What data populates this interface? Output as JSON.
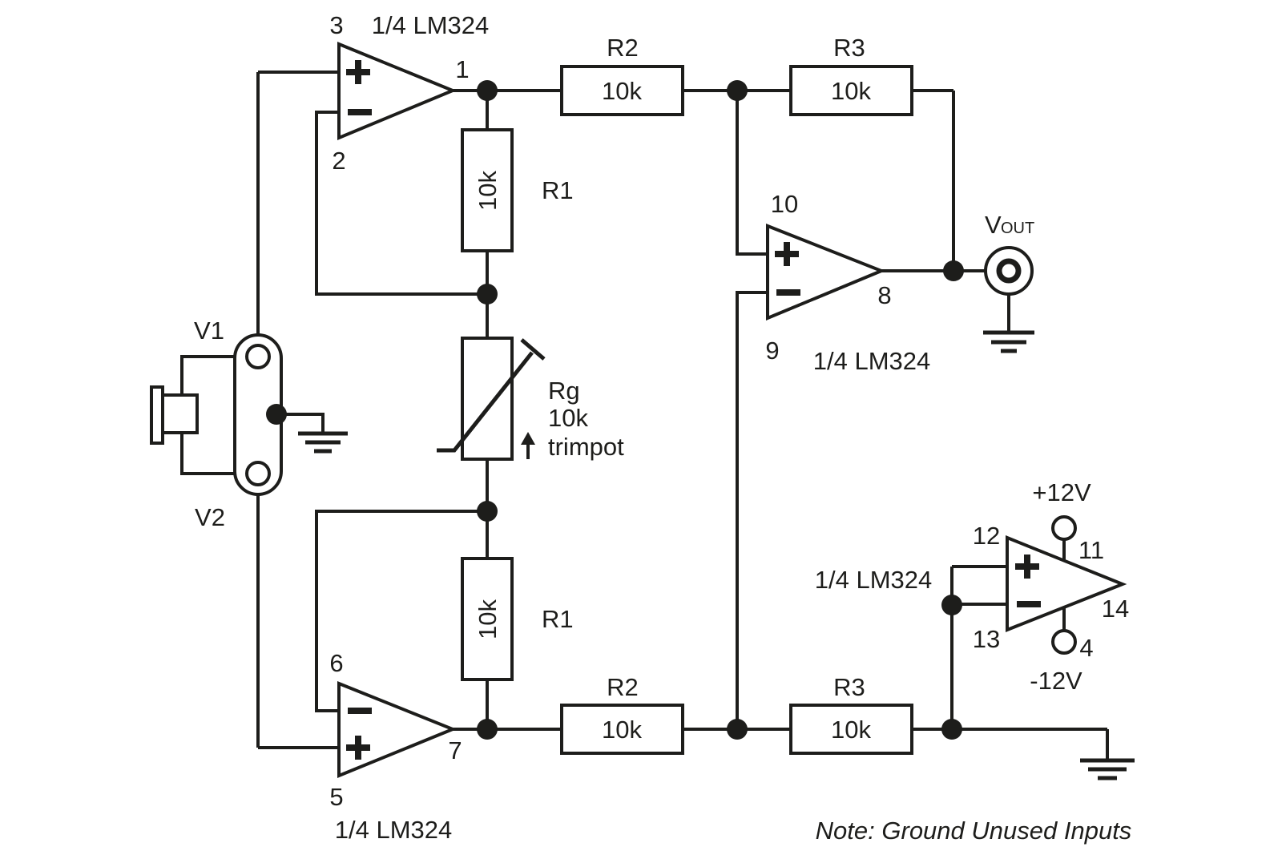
{
  "colors": {
    "ink": "#1d1d1b",
    "background": "#ffffff"
  },
  "circuit": {
    "kind": "three-op-amp instrumentation amplifier schematic",
    "ic": "LM324 (quad op-amp, four quarters shown)",
    "inputs": [
      "V1",
      "V2"
    ],
    "output": "Vout",
    "supplies": [
      "+12V",
      "-12V"
    ],
    "components": [
      {
        "ref": "R1",
        "value": "10k",
        "count": 2,
        "orientation": "vertical"
      },
      {
        "ref": "R2",
        "value": "10k",
        "count": 2,
        "orientation": "horizontal"
      },
      {
        "ref": "R3",
        "value": "10k",
        "count": 2,
        "orientation": "horizontal"
      },
      {
        "ref": "Rg",
        "value": "10k",
        "type": "trimpot",
        "orientation": "vertical"
      }
    ],
    "opamps": [
      {
        "name": "top-left",
        "label": "1/4 LM324",
        "pin_noninverting": "3",
        "pin_inverting": "2",
        "pin_output": "1"
      },
      {
        "name": "middle-right",
        "label": "1/4 LM324",
        "pin_noninverting": "10",
        "pin_inverting": "9",
        "pin_output": "8"
      },
      {
        "name": "bottom-left",
        "label": "1/4 LM324",
        "pin_inverting": "6",
        "pin_noninverting": "5",
        "pin_output": "7"
      },
      {
        "name": "unused-right",
        "label": "1/4 LM324",
        "pin_noninverting": "12",
        "pin_inverting": "13",
        "pin_output": "14",
        "pin_vplus": "11",
        "pin_vminus": "4"
      }
    ]
  },
  "labels": {
    "pin3": "3",
    "pin2": "2",
    "pin1": "1",
    "opamp_top": "1/4 LM324",
    "pin10": "10",
    "pin9": "9",
    "pin8": "8",
    "opamp_mid": "1/4 LM324",
    "pin6": "6",
    "pin5": "5",
    "pin7": "7",
    "opamp_bottom": "1/4 LM324",
    "pin12": "12",
    "pin13": "13",
    "pin11": "11",
    "pin14": "14",
    "pin4": "4",
    "opamp_right": "1/4 LM324",
    "vpos": "+12V",
    "vneg": "-12V",
    "v1": "V1",
    "v2": "V2",
    "r1_top_name": "R1",
    "r1_top_value": "10k",
    "r1_bottom_name": "R1",
    "r1_bottom_value": "10k",
    "r2_top_name": "R2",
    "r2_top_value": "10k",
    "r2_bottom_name": "R2",
    "r2_bottom_value": "10k",
    "r3_top_name": "R3",
    "r3_top_value": "10k",
    "r3_bottom_name": "R3",
    "r3_bottom_value": "10k",
    "rg_name": "Rg",
    "rg_value": "10k",
    "rg_type": "trimpot",
    "vout_v": "V",
    "vout_sub": "OUT",
    "note": "Note: Ground Unused Inputs"
  }
}
